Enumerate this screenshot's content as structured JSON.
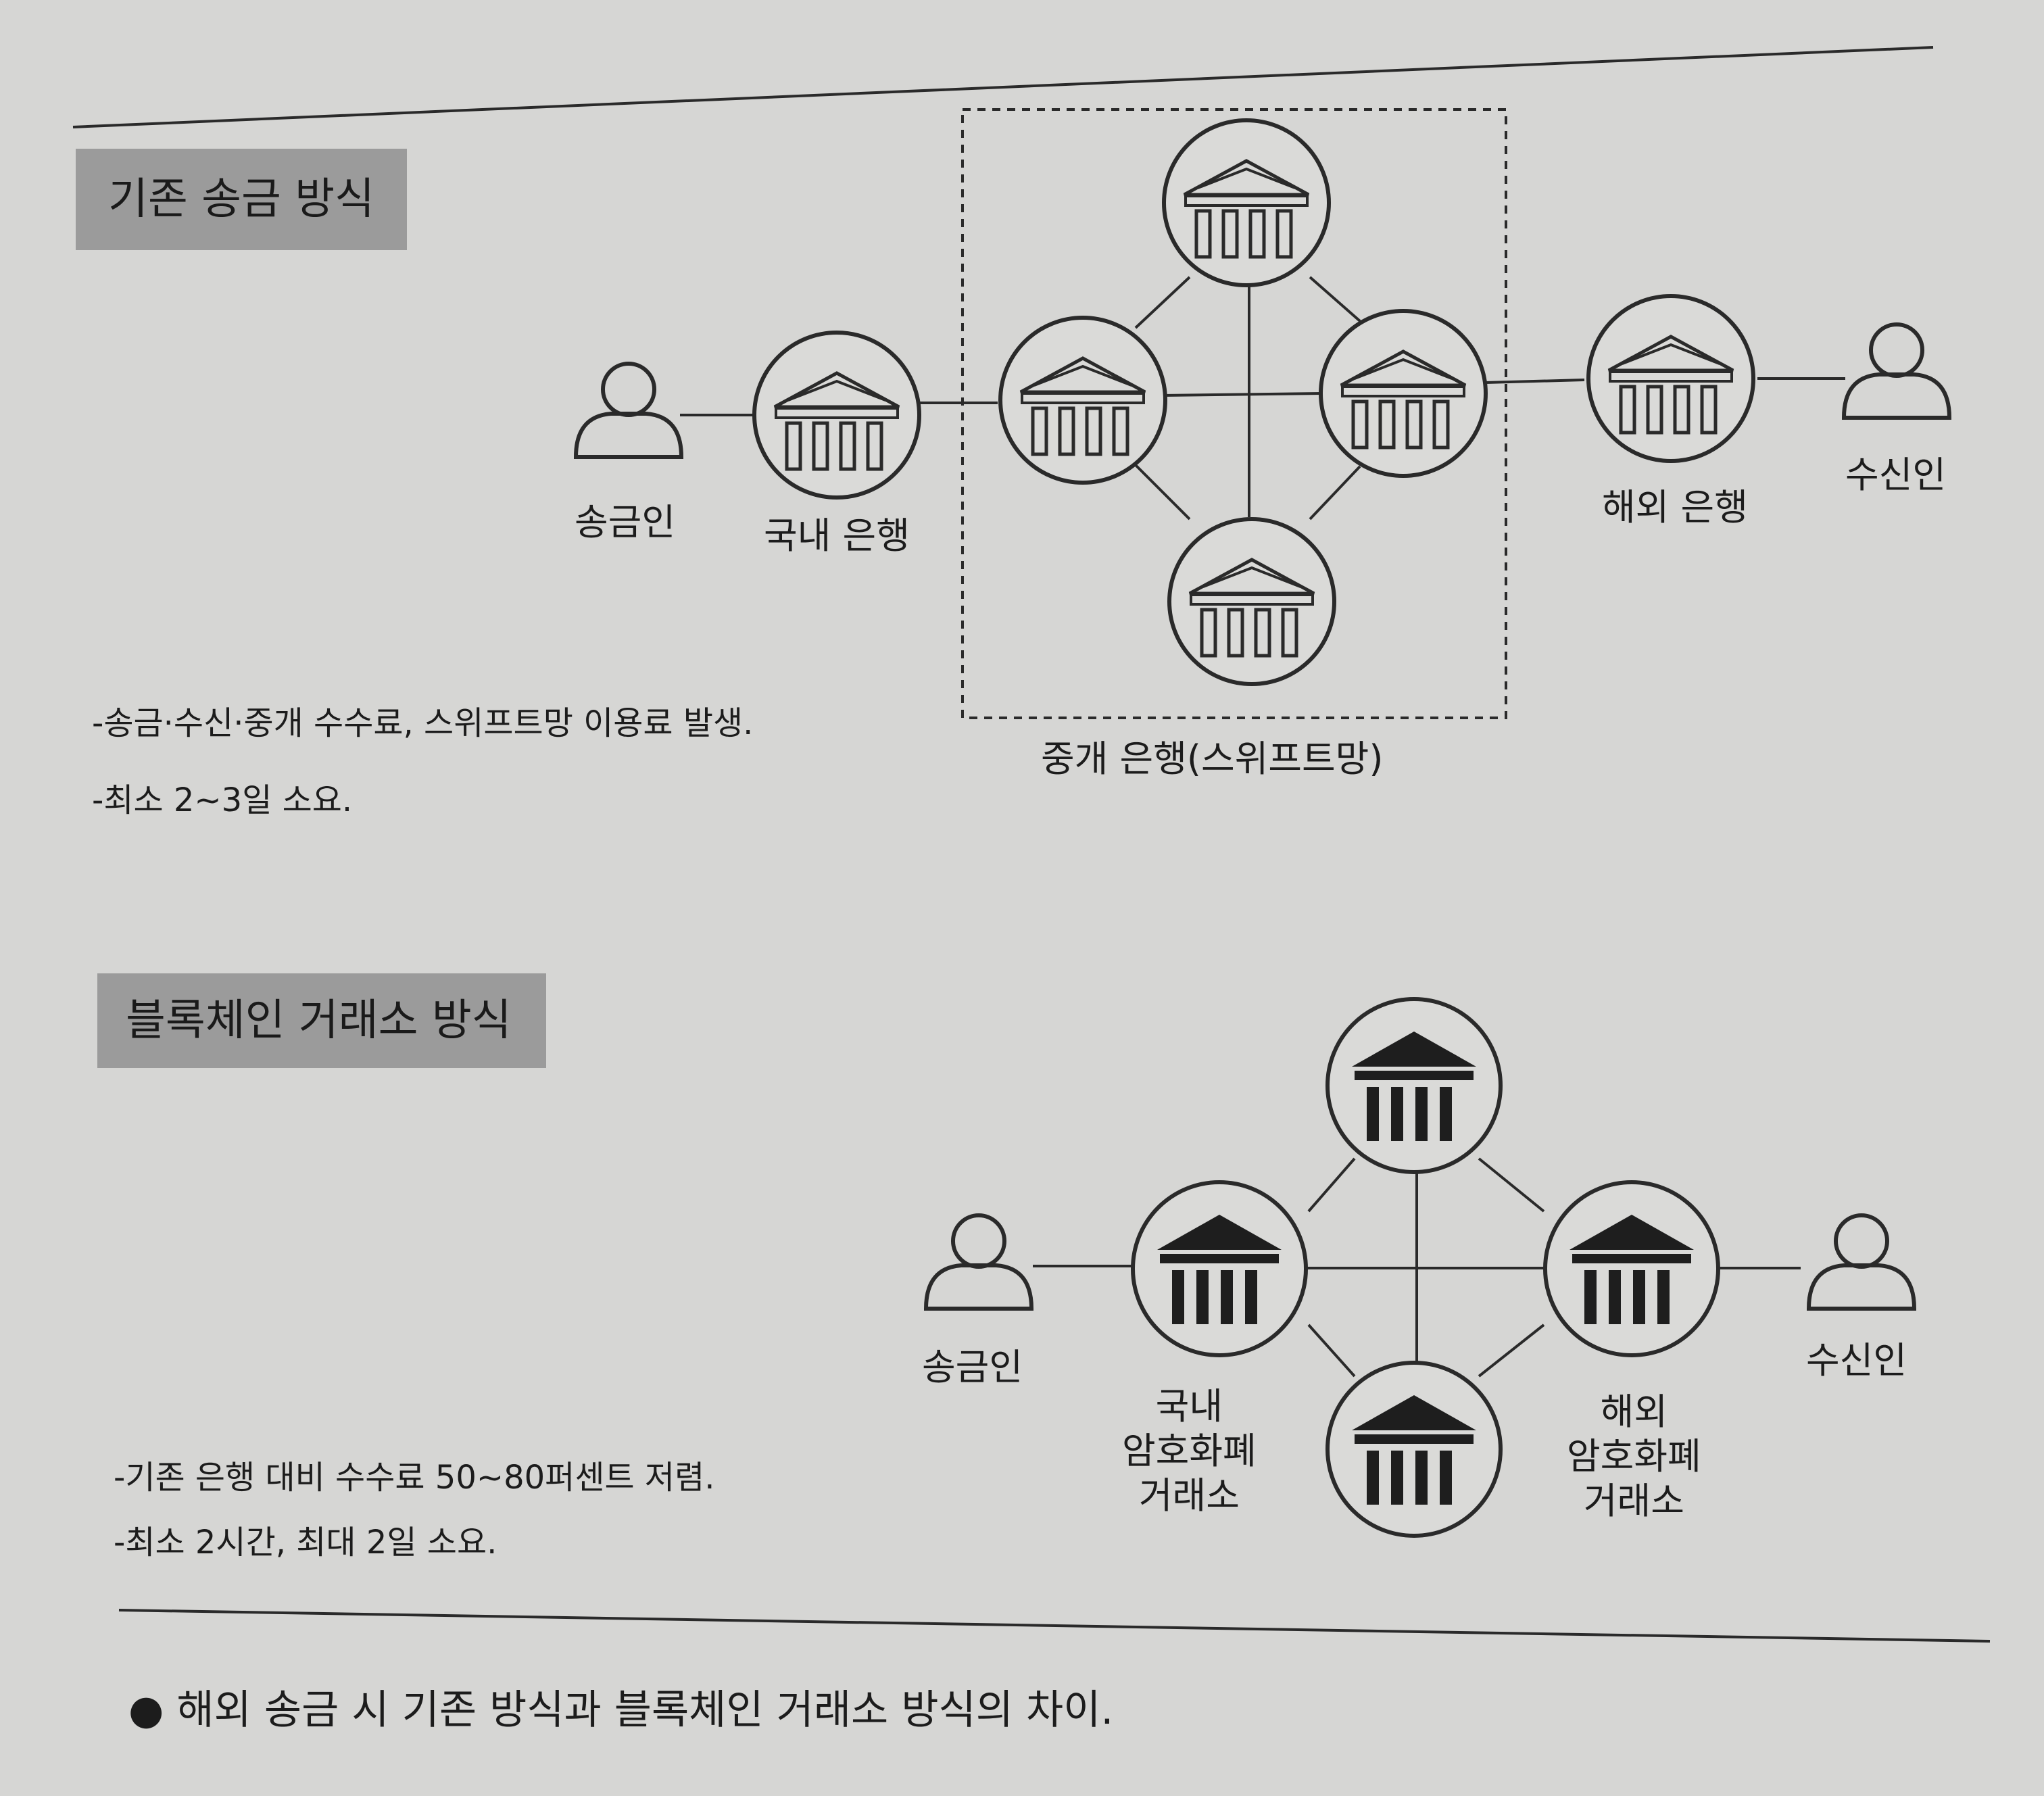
{
  "legacy": {
    "header": "기존 송금 방식",
    "sender": "송금인",
    "domestic_bank": "국내 은행",
    "overseas_bank": "해외 은행",
    "receiver": "수신인",
    "intermediary": "중개 은행(스위프트망)",
    "notes": [
      "-송금·수신·중개 수수료, 스위프트망 이용료 발생.",
      "-최소 2~3일 소요."
    ]
  },
  "blockchain": {
    "header": "블록체인 거래소 방식",
    "sender": "송금인",
    "receiver": "수신인",
    "domestic_exchange": "국내\n암호화폐\n거래소",
    "overseas_exchange": "해외\n암호화폐\n거래소",
    "notes": [
      "-기존 은행 대비 수수료 50~80퍼센트 저렴.",
      "-최소 2시간, 최대 2일 소요."
    ]
  },
  "caption": "● 해외 송금 시 기존 방식과 블록체인 거래소 방식의 차이."
}
